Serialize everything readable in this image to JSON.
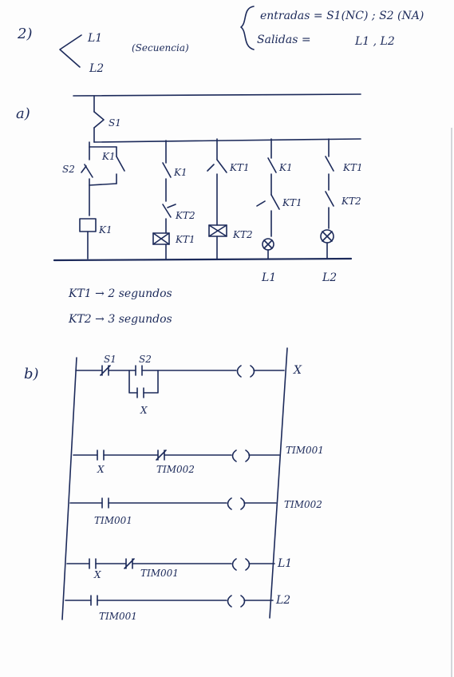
{
  "header": {
    "item_number": "2)",
    "output_top": "L1",
    "output_bottom": "L2",
    "sequence_note": "(Secuencia)",
    "inputs_line": "entradas = S1(NC) ; S2 (NA)",
    "outputs_line": "Salidas =",
    "outputs_values": "L1 , L2"
  },
  "part_a": {
    "label": "a)",
    "components": {
      "s1": "S1",
      "s2": "S2",
      "k1_contact_top": "K1",
      "k1_contact_b": "K1",
      "kt1_contact_c": "KT1",
      "k1_contact_d": "K1",
      "kt1_contact_e": "KT1",
      "kt2_contact_b": "KT2",
      "kt1_contact_d2": "KT1",
      "kt2_contact_e": "KT2",
      "k1_coil": "K1",
      "kt1_coil": "KT1",
      "kt2_coil": "KT2",
      "lamp_l1": "L1",
      "lamp_l2": "L2"
    },
    "timers": [
      "KT1 →  2 segundos",
      "KT2 →  3 segundos"
    ]
  },
  "part_b": {
    "label": "b)",
    "rungs": [
      {
        "contacts": [
          "S1",
          "S2"
        ],
        "branch_contact": "X",
        "output": "X"
      },
      {
        "contacts": [
          "X",
          "TIM002"
        ],
        "output": "TIM001"
      },
      {
        "contacts": [
          "TIM001"
        ],
        "output": "TIM002"
      },
      {
        "contacts": [
          "X",
          "TIM001"
        ],
        "output": "L1"
      },
      {
        "contacts": [
          "TIM001"
        ],
        "output": "L2"
      }
    ]
  }
}
